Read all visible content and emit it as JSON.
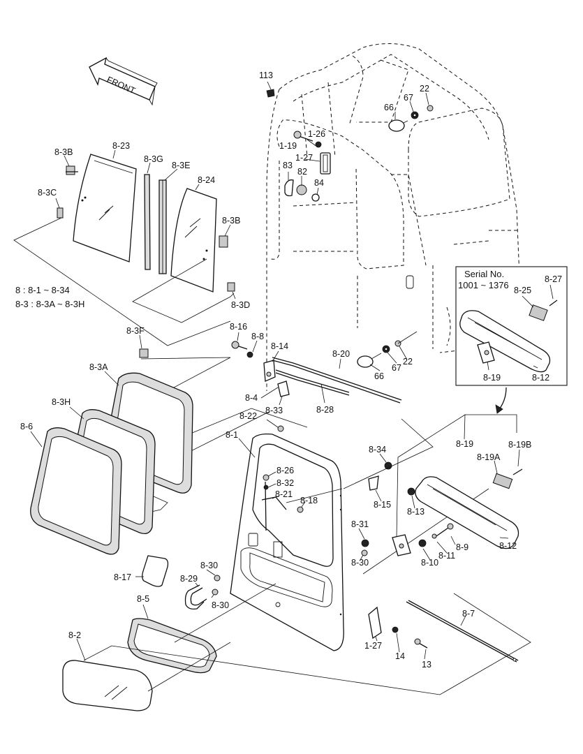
{
  "diagram": {
    "front_arrow": "FRONT",
    "legend": [
      "8 : 8-1 ~ 8-34",
      "8-3 : 8-3A ~ 8-3H"
    ],
    "inset": {
      "title": "Serial No.",
      "range": "1001 ~ 1376",
      "labels": [
        "8-27",
        "8-25",
        "8-19",
        "8-12"
      ]
    },
    "labels": {
      "l113": "113",
      "l22a": "22",
      "l67a": "67",
      "l66a": "66",
      "l126a": "1-26",
      "l119": "1-19",
      "l127a": "1-27",
      "l83": "83",
      "l82": "82",
      "l84": "84",
      "l83B_top": "8-3B",
      "l823": "8-23",
      "l83G": "8-3G",
      "l83E": "8-3E",
      "l824": "8-24",
      "l83C": "8-3C",
      "l83B_mid": "8-3B",
      "l83D": "8-3D",
      "l83F": "8-3F",
      "l83A": "8-3A",
      "l83H": "8-3H",
      "l86": "8-6",
      "l816": "8-16",
      "l88": "8-8",
      "l814": "8-14",
      "l820": "8-20",
      "l84b": "8-4",
      "l833": "8-33",
      "l828": "8-28",
      "l66b": "66",
      "l67b": "67",
      "l22b": "22",
      "l822": "8-22",
      "l81": "8-1",
      "l826": "8-26",
      "l832": "8-32",
      "l821": "8-21",
      "l818": "8-18",
      "l834": "8-34",
      "l815": "8-15",
      "l831": "8-31",
      "l830a": "8-30",
      "l819": "8-19",
      "l819A": "8-19A",
      "l819B": "8-19B",
      "l813": "8-13",
      "l812": "8-12",
      "l89": "8-9",
      "l811": "8-11",
      "l810": "8-10",
      "l817": "8-17",
      "l830b": "8-30",
      "l829": "8-29",
      "l830c": "8-30",
      "l85": "8-5",
      "l82b": "8-2",
      "l87": "8-7",
      "l127b": "1-27",
      "l14": "14",
      "l13": "13"
    }
  }
}
